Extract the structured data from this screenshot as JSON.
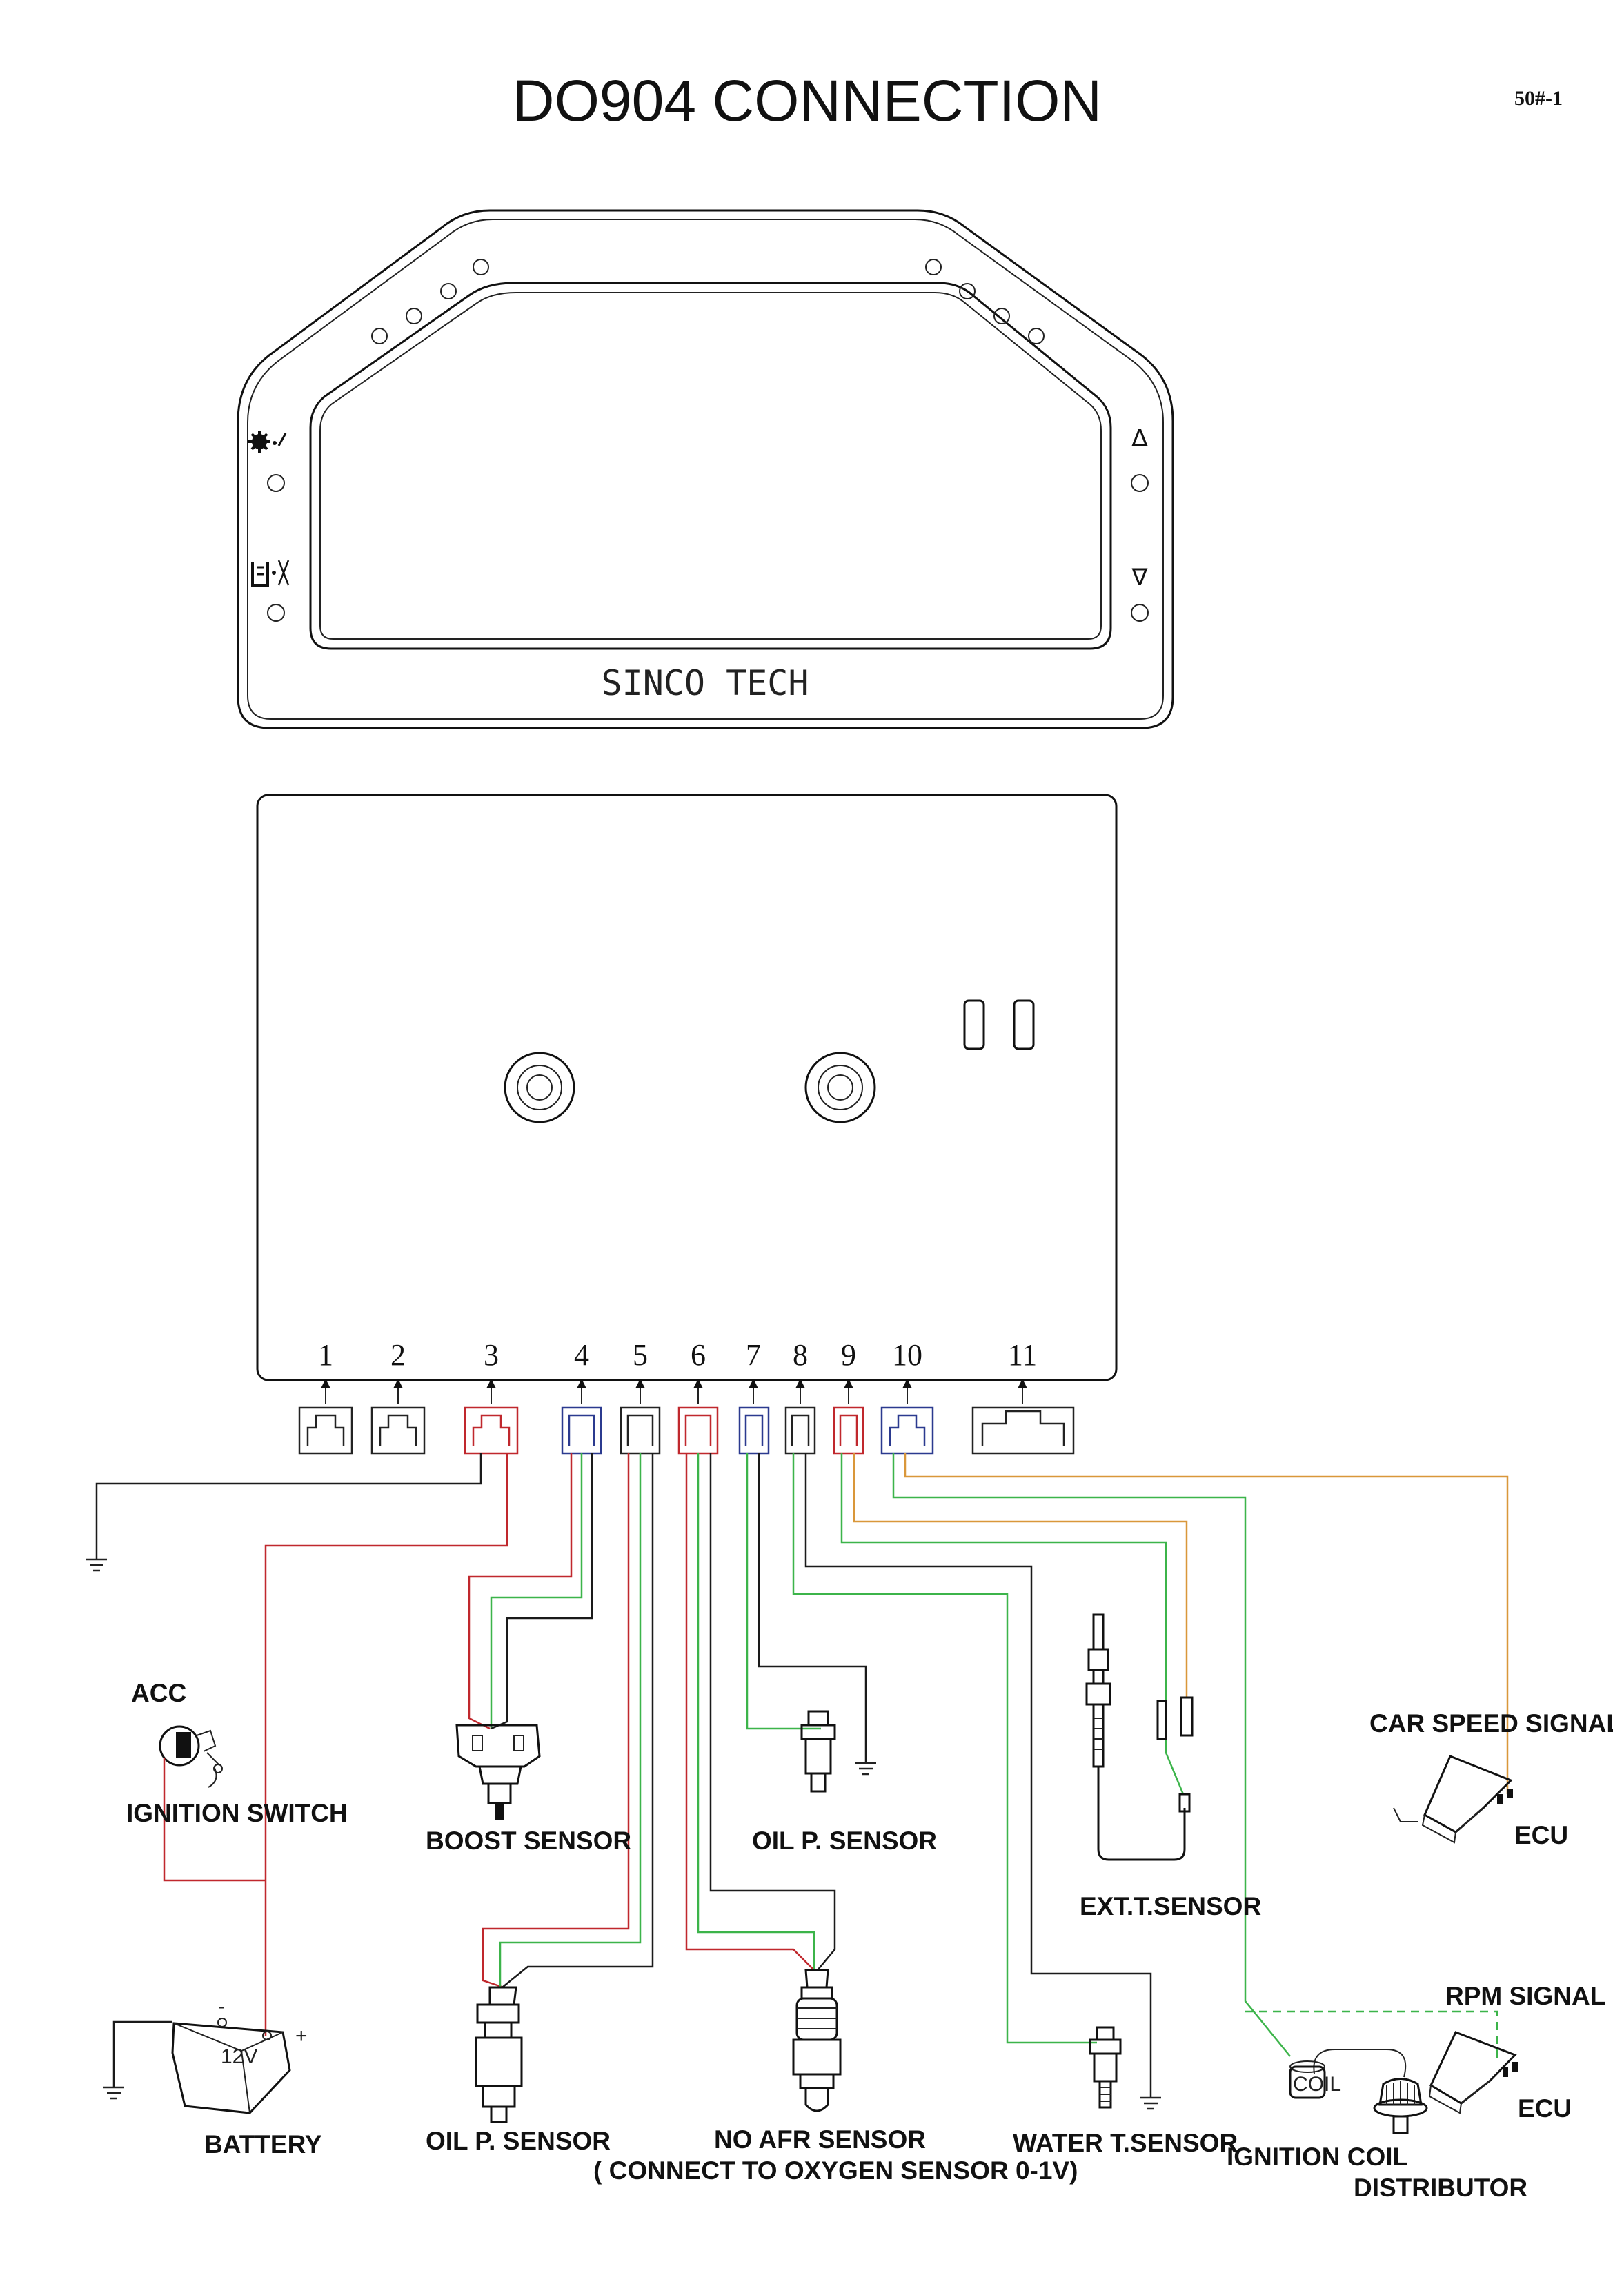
{
  "title": "DO904 CONNECTION",
  "page_code": "50#-1",
  "dash": {
    "brand": "SINCO TECH",
    "up_arrow": "∆",
    "down_arrow": "∇",
    "setting_icon": "gear-icon",
    "mode_icon": "gauge-icon"
  },
  "pins": [
    "1",
    "2",
    "3",
    "4",
    "5",
    "6",
    "7",
    "8",
    "9",
    "10",
    "11"
  ],
  "components": {
    "acc": "ACC",
    "ignition_switch": "IGNITION SWITCH",
    "battery": "BATTERY",
    "battery_voltage": "12V",
    "battery_minus": "-",
    "battery_plus": "+",
    "boost_sensor": "BOOST SENSOR",
    "oil_p_sensor_1": "OIL P. SENSOR",
    "oil_p_sensor_2": "OIL P. SENSOR",
    "afr_sensor": "NO AFR SENSOR",
    "afr_note": "( CONNECT TO OXYGEN SENSOR 0-1V)",
    "water_t_sensor": "WATER T.SENSOR",
    "ext_t_sensor": "EXT.T.SENSOR",
    "car_speed_signal": "CAR SPEED SIGNAL",
    "ecu_1": "ECU",
    "rpm_signal": "RPM SIGNAL",
    "ecu_2": "ECU",
    "ignition_coil": "IGNITION COIL",
    "coil_text": "COIL",
    "distributor": "DISTRIBUTOR"
  },
  "wire_colors": {
    "ground": "#1a1a1a",
    "power": "#c0282d",
    "signal": "#3cb44a",
    "speed": "#d9973a",
    "sensor_plus": "#c0282d",
    "sensor_minus": "#2b3a8f"
  }
}
